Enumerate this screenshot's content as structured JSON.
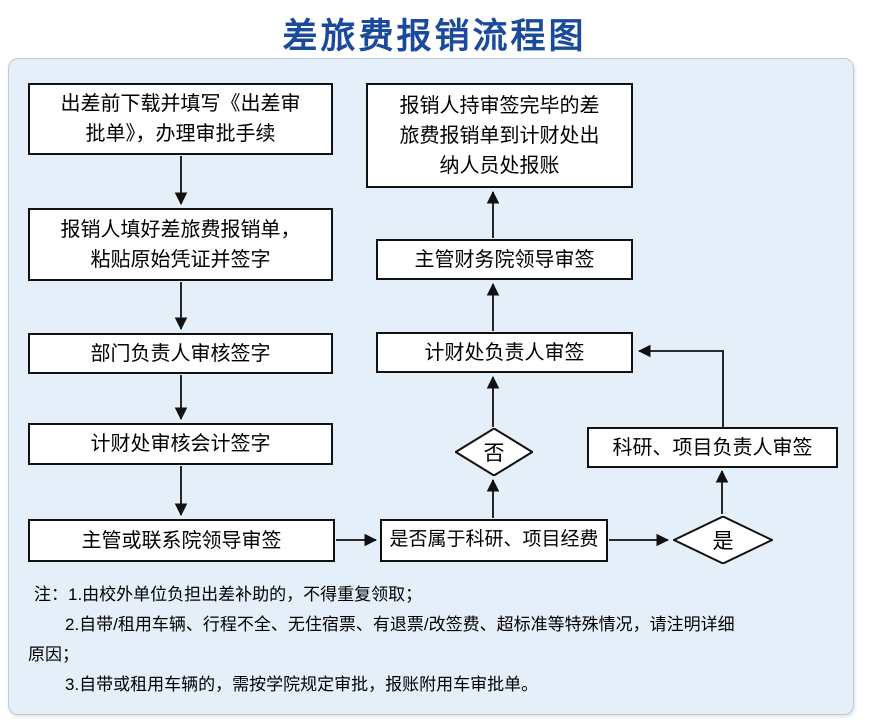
{
  "title": "差旅费报销流程图",
  "colors": {
    "title_text": "#1a4a9c",
    "panel_bg": "#e5effa",
    "panel_border": "#bfcad5",
    "box_border": "#111111",
    "arrow": "#111111"
  },
  "nodes": {
    "download_form": {
      "lines": [
        "出差前下载并填写《出差审",
        "批单》，办理审批手续"
      ]
    },
    "fill_form": {
      "lines": [
        "报销人填好差旅费报销单，",
        "粘贴原始凭证并签字"
      ]
    },
    "dept_head_sign": {
      "label": "部门负责人审核签字"
    },
    "finance_accountant_sign": {
      "label": "计财处审核会计签字"
    },
    "dean_sign": {
      "label": "主管或联系院领导审签"
    },
    "is_project_fund": {
      "label": "是否属于科研、项目经费"
    },
    "decision_no": {
      "label": "否"
    },
    "finance_head_sign": {
      "label": "计财处负责人审签"
    },
    "finance_dean_sign": {
      "label": "主管财务院领导审签"
    },
    "cashier_claim": {
      "lines": [
        "报销人持审签完毕的差",
        "旅费报销单到计财处出",
        "纳人员处报账"
      ]
    },
    "project_pi_sign": {
      "label": "科研、项目负责人审签"
    },
    "decision_yes": {
      "label": "是"
    }
  },
  "notes": {
    "line1": "注：1.由校外单位负担出差补助的，不得重复领取；",
    "line2": "2.自带/租用车辆、行程不全、无住宿票、有退票/改签费、超标准等特殊情况，请注明详细",
    "line3": "原因；",
    "line4": "3.自带或租用车辆的，需按学院规定审批，报账附用车审批单。"
  }
}
